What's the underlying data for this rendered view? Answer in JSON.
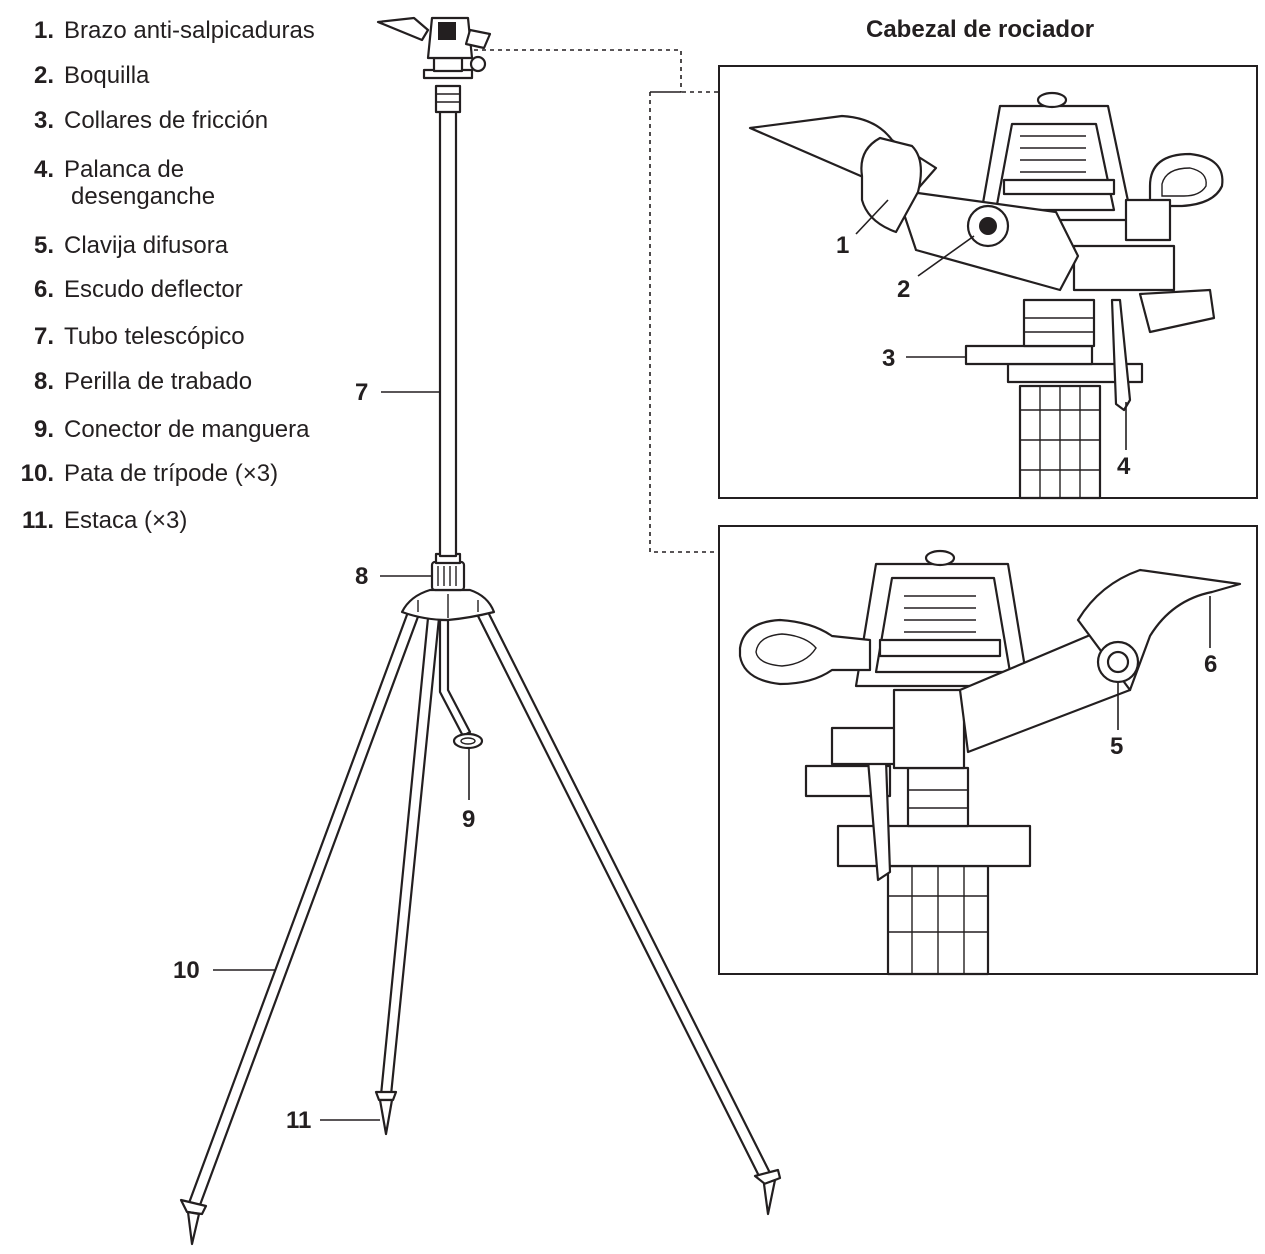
{
  "header": {
    "title": "Cabezal de rociador"
  },
  "legend": [
    {
      "num": "1.",
      "label": "Brazo anti-salpicaduras"
    },
    {
      "num": "2.",
      "label": "Boquilla"
    },
    {
      "num": "3.",
      "label": "Collares de fricción"
    },
    {
      "num": "4.",
      "label": "Palanca de",
      "label2": "desenganche"
    },
    {
      "num": "5.",
      "label": "Clavija difusora"
    },
    {
      "num": "6.",
      "label": "Escudo deflector"
    },
    {
      "num": "7.",
      "label": "Tubo telescópico"
    },
    {
      "num": "8.",
      "label": "Perilla de trabado"
    },
    {
      "num": "9.",
      "label": "Conector de manguera"
    },
    {
      "num": "10.",
      "label": "Pata de trípode (×3)"
    },
    {
      "num": "11.",
      "label": "Estaca (×3)"
    }
  ],
  "callouts": {
    "tripod": {
      "c7": "7",
      "c8": "8",
      "c9": "9",
      "c10": "10",
      "c11": "11"
    },
    "inset_top": {
      "c1": "1",
      "c2": "2",
      "c3": "3",
      "c4": "4"
    },
    "inset_bottom": {
      "c5": "5",
      "c6": "6"
    }
  }
}
